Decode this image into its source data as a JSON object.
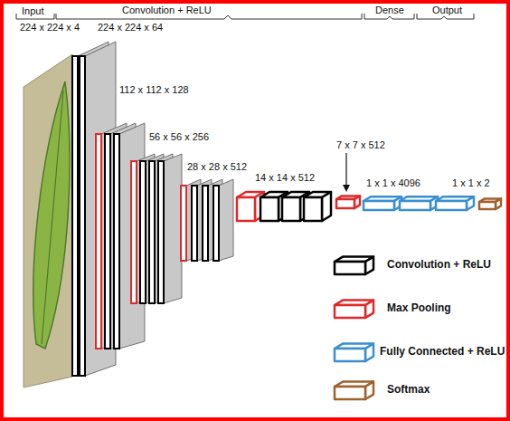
{
  "diagram": {
    "labels": [
      "Input",
      "Convolution + ReLU",
      "Dense",
      "Output",
      "224 x 224 x 4",
      "224 x 224 x 64",
      "112 x 112 x 128",
      "56 x 56 x 256",
      "28 x 28 x 512",
      "14 x 14 x 512",
      "7 x 7 x 512",
      "1 x 1 x 4096",
      "1 x 1 x 2"
    ],
    "legend": [
      {
        "text": "Convolution + ReLU",
        "color": "#000000"
      },
      {
        "text": "Max Pooling",
        "color": "#e02828"
      },
      {
        "text": "Fully Connected + ReLU",
        "color": "#3a8fd0"
      },
      {
        "text": "Softmax",
        "color": "#a0622d"
      }
    ]
  }
}
